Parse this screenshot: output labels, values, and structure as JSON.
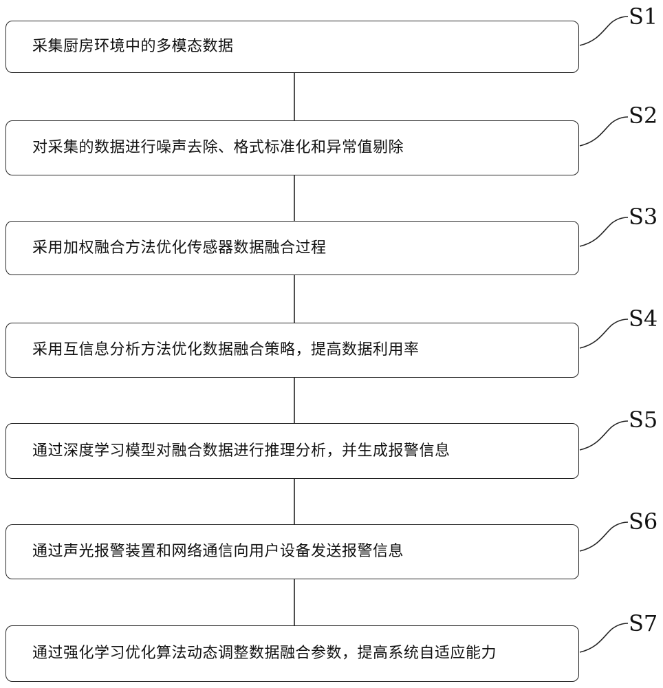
{
  "steps": [
    {
      "label": "S1",
      "text": "采集厨房环境中的多模态数据"
    },
    {
      "label": "S2",
      "text": "对采集的数据进行噪声去除、格式标准化和异常值剔除"
    },
    {
      "label": "S3",
      "text": "采用加权融合方法优化传感器数据融合过程"
    },
    {
      "label": "S4",
      "text": "采用互信息分析方法优化数据融合策略，提高数据利用率"
    },
    {
      "label": "S5",
      "text": "通过深度学习模型对融合数据进行推理分析，并生成报警信息"
    },
    {
      "label": "S6",
      "text": "通过声光报警装置和网络通信向用户设备发送报警信息"
    },
    {
      "label": "S7",
      "text": "通过强化学习优化算法动态调整数据融合参数，提高系统自适应能力"
    }
  ]
}
